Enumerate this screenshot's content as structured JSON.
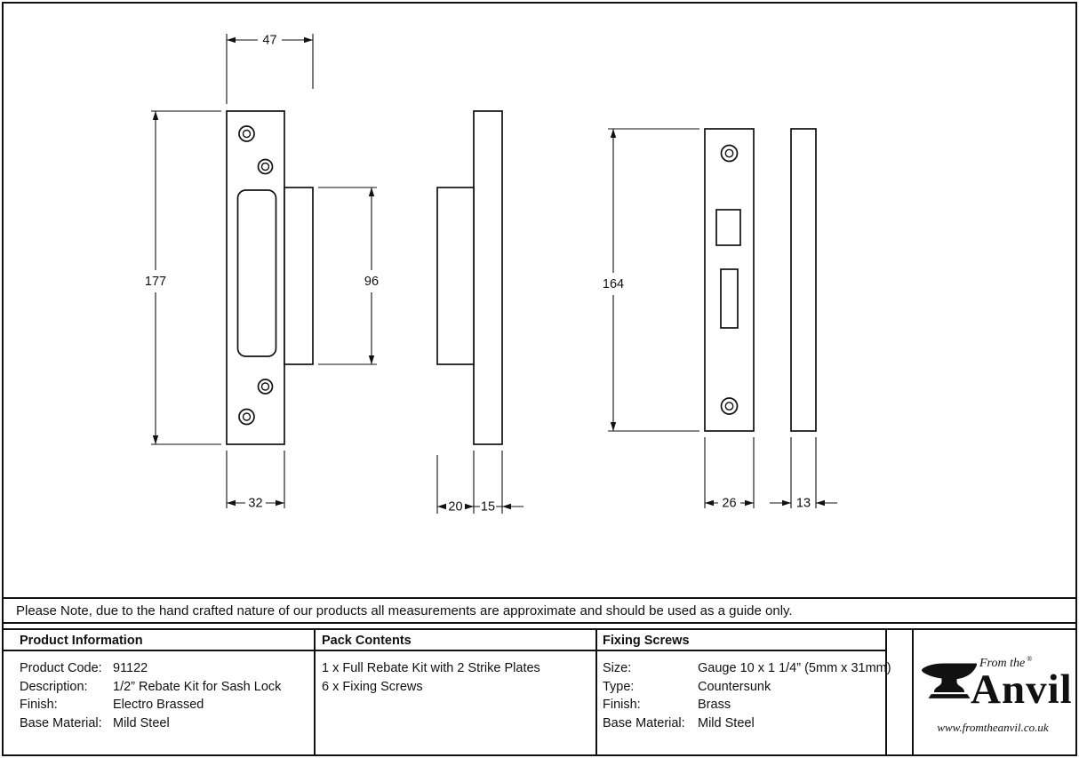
{
  "note": "Please Note, due to the hand crafted nature of our products all measurements are approximate and should be used as a guide only.",
  "drawing": {
    "dims": {
      "d47": "47",
      "d177": "177",
      "d96": "96",
      "d32": "32",
      "d20": "20",
      "d15": "15",
      "d164": "164",
      "d26": "26",
      "d13": "13"
    }
  },
  "table": {
    "product_info": {
      "header": "Product Information",
      "rows": [
        {
          "label": "Product Code:",
          "value": "91122"
        },
        {
          "label": "Description:",
          "value": "1/2” Rebate Kit for Sash Lock"
        },
        {
          "label": "Finish:",
          "value": "Electro Brassed"
        },
        {
          "label": "Base Material:",
          "value": "Mild Steel"
        }
      ]
    },
    "pack_contents": {
      "header": "Pack Contents",
      "lines": [
        "1 x Full Rebate Kit with 2 Strike Plates",
        "6 x Fixing Screws"
      ]
    },
    "fixing_screws": {
      "header": "Fixing Screws",
      "rows": [
        {
          "label": "Size:",
          "value": "Gauge 10 x 1 1/4” (5mm x 31mm)"
        },
        {
          "label": "Type:",
          "value": "Countersunk"
        },
        {
          "label": "Finish:",
          "value": "Brass"
        },
        {
          "label": "Base Material:",
          "value": "Mild Steel"
        }
      ]
    }
  },
  "logo": {
    "tagline": "From the",
    "registered": "®",
    "name": "Anvil",
    "url": "www.fromtheanvil.co.uk"
  }
}
